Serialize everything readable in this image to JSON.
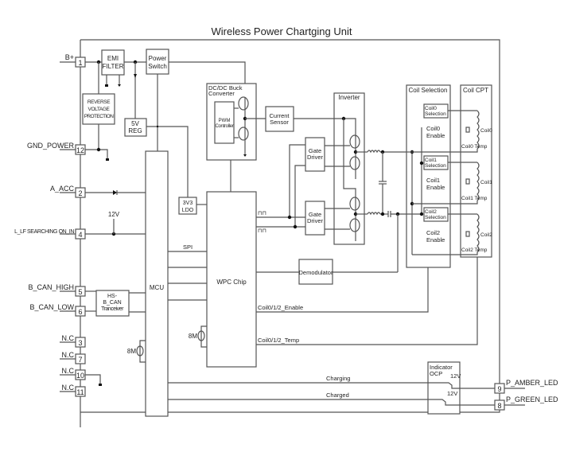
{
  "title": "Wireless Power Chartging Unit",
  "pins_left": [
    {
      "num": "1",
      "label": "B+"
    },
    {
      "num": "12",
      "label": "GND_POWER"
    },
    {
      "num": "2",
      "label": "A_ACC"
    },
    {
      "num": "4",
      "label": "L_LF SEARCHING ON_IN"
    },
    {
      "num": "5",
      "label": "B_CAN_HIGH"
    },
    {
      "num": "6",
      "label": "B_CAN_LOW"
    },
    {
      "num": "3",
      "label": "N.C"
    },
    {
      "num": "7",
      "label": "N.C"
    },
    {
      "num": "10",
      "label": "N.C"
    },
    {
      "num": "11",
      "label": "N.C"
    }
  ],
  "pins_right": [
    {
      "num": "9",
      "label": "P_AMBER_LED"
    },
    {
      "num": "8",
      "label": "P_GREEN_LED"
    }
  ],
  "blocks": {
    "emi_filter": [
      "EMI",
      "FILTER"
    ],
    "power_switch": [
      "Power",
      "Switch"
    ],
    "reverse_voltage": [
      "REVERSE",
      "VOLTAGE",
      "PROTECTION"
    ],
    "reg_5v": [
      "5V",
      "REG"
    ],
    "dcdc_buck": [
      "DC/DC Buck",
      "Converter"
    ],
    "pwm_controller": [
      "PWM",
      "Controller"
    ],
    "current_sensor": [
      "Current",
      "Sensor"
    ],
    "inverter": "Inverter",
    "gate_driver": [
      "Gate",
      "Driver"
    ],
    "coil_selection": "Coil Selection",
    "coil_cpt": "Coil CPT",
    "ldo_3v3": [
      "3V3",
      "LDO"
    ],
    "mcu": "MCU",
    "wpc_chip": "WPC Chip",
    "demodulator": "Demodulator",
    "can_transceiver": [
      "HS-",
      "B_CAN",
      "Tranceiver"
    ],
    "indicator_ocp": [
      "Indicator",
      "OCP"
    ]
  },
  "coils": [
    {
      "selection": [
        "Coil0",
        "Selection"
      ],
      "enable": [
        "Coil0",
        "Enable"
      ],
      "coil": "Coil0",
      "temp": "Coil0 Temp"
    },
    {
      "selection": [
        "Coil1",
        "Selection"
      ],
      "enable": [
        "Coil1",
        "Enable"
      ],
      "coil": "Coil1",
      "temp": "Coil1 Temp"
    },
    {
      "selection": [
        "Coil2",
        "Selection"
      ],
      "enable": [
        "Coil2",
        "Enable"
      ],
      "coil": "Coil2",
      "temp": "Coil2 Temp"
    }
  ],
  "signals": {
    "v12": "12V",
    "spi": "SPI",
    "crystal": "8M",
    "coil_enable": "Coil0/1/2_Enable",
    "coil_temp": "Coil0/1/2_Temp",
    "charging": "Charging",
    "charged": "Charged",
    "led_v1": "12V",
    "led_v2": "12V",
    "pwm_wave": "⊓⊓"
  }
}
